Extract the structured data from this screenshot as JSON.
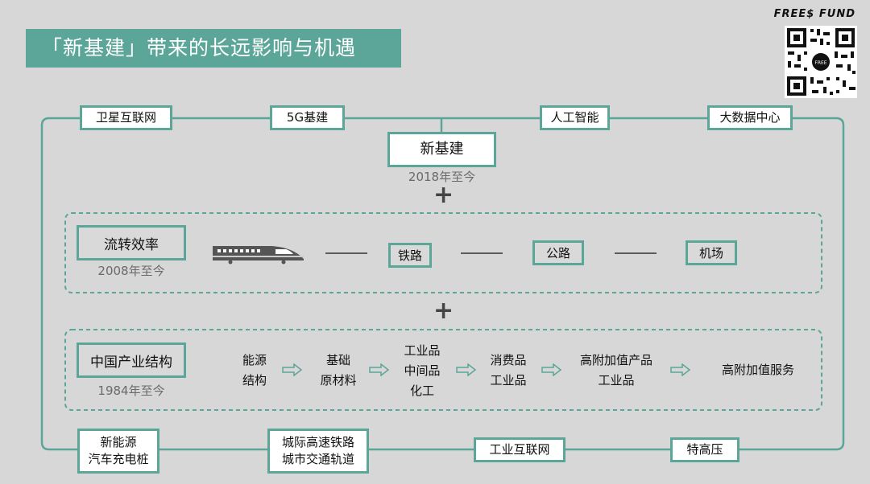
{
  "title": "「新基建」带来的长远影响与机遇",
  "brand": {
    "name": "FREE$ FUND"
  },
  "colors": {
    "accent": "#5ba698",
    "background": "#d7d7d7",
    "box_fill": "#ffffff"
  },
  "outer_top": [
    "卫星互联网",
    "5G基建",
    "人工智能",
    "大数据中心"
  ],
  "outer_bottom": [
    {
      "line1": "新能源",
      "line2": "汽车充电桩"
    },
    {
      "line1": "城际高速铁路",
      "line2": "城市交通轨道"
    },
    {
      "line1": "工业互联网",
      "line2": ""
    },
    {
      "line1": "特高压",
      "line2": ""
    }
  ],
  "center": {
    "label": "新基建",
    "year": "2018年至今"
  },
  "plus": "+",
  "flow": {
    "label": "流转效率",
    "year": "2008年至今",
    "icon": "train-icon",
    "items": [
      "铁路",
      "公路",
      "机场"
    ]
  },
  "industry": {
    "label": "中国产业结构",
    "year": "1984年至今",
    "stages": [
      {
        "l1": "能源",
        "l2": "结构",
        "l3": ""
      },
      {
        "l1": "基础",
        "l2": "原材料",
        "l3": ""
      },
      {
        "l1": "工业品",
        "l2": "中间品",
        "l3": "化工"
      },
      {
        "l1": "消费品",
        "l2": "工业品",
        "l3": ""
      },
      {
        "l1": "高附加值产品",
        "l2": "工业品",
        "l3": ""
      },
      {
        "l1": "高附加值服务",
        "l2": "",
        "l3": ""
      }
    ]
  }
}
